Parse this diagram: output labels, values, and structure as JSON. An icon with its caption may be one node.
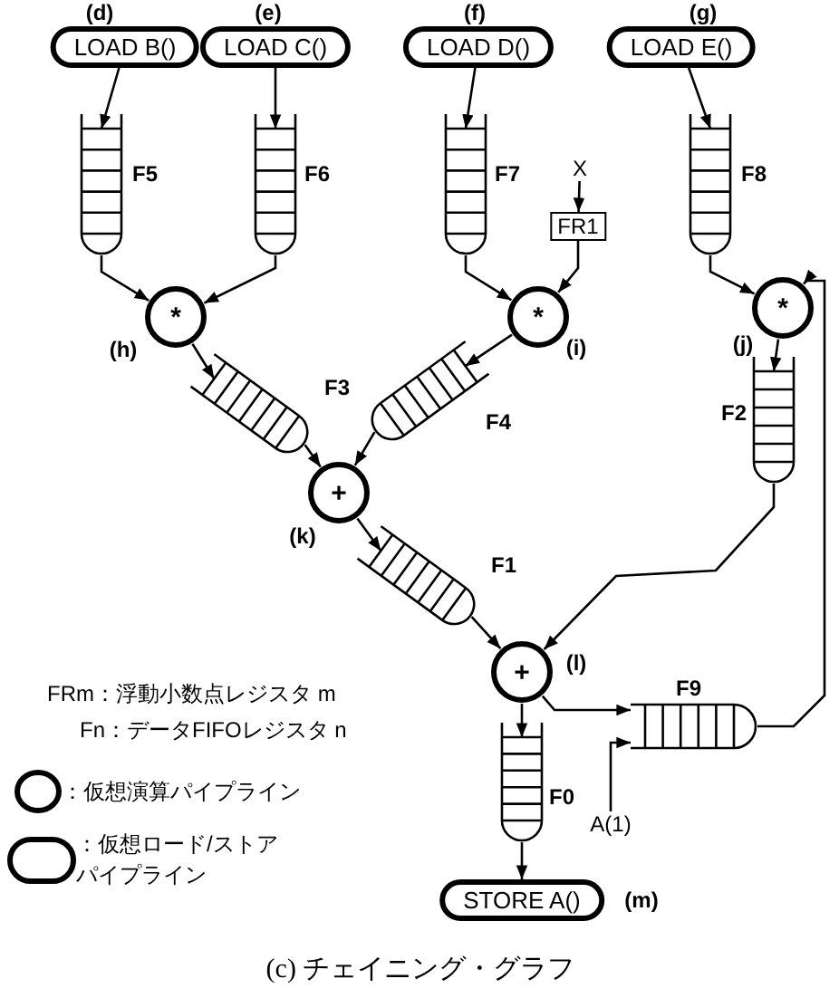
{
  "diagram": {
    "caption": "(c) チェイニング・グラフ",
    "nodes": [
      {
        "text": [
          "LOAD B()"
        ],
        "beside": [
          "(d)"
        ]
      },
      {
        "text": [
          "LOAD C()"
        ],
        "beside": [
          "(e)"
        ]
      },
      {
        "text": [
          "LOAD D()"
        ],
        "beside": [
          "(f)"
        ]
      },
      {
        "text": [
          "LOAD E()"
        ],
        "beside": [
          "(g)"
        ]
      },
      {
        "text": [],
        "shape": "queue",
        "beside": [
          "F5"
        ]
      },
      {
        "text": [],
        "shape": "queue",
        "beside": [
          "F6"
        ]
      },
      {
        "text": [],
        "shape": "queue",
        "beside": [
          "F7"
        ]
      },
      {
        "text": [
          "X"
        ]
      },
      {
        "text": [
          "FR1"
        ]
      },
      {
        "text": [],
        "shape": "queue",
        "beside": [
          "F8"
        ]
      },
      {
        "text": [
          "*"
        ],
        "beside": [
          "(h)"
        ]
      },
      {
        "text": [
          "*"
        ],
        "beside": [
          "(i)"
        ]
      },
      {
        "text": [
          "*"
        ],
        "beside": [
          "(j)"
        ]
      },
      {
        "text": [],
        "shape": "queue",
        "beside": [
          "F3"
        ]
      },
      {
        "text": [],
        "shape": "queue",
        "beside": [
          "F4"
        ]
      },
      {
        "text": [],
        "shape": "queue",
        "beside": [
          "F2"
        ]
      },
      {
        "text": [
          "+"
        ],
        "beside": [
          "(k)"
        ]
      },
      {
        "text": [],
        "shape": "queue",
        "beside": [
          "F1"
        ]
      },
      {
        "text": [
          "+"
        ],
        "beside": [
          "(l)"
        ]
      },
      {
        "text": [],
        "shape": "queue",
        "beside": [
          "F9"
        ]
      },
      {
        "text": [
          "A(1)"
        ]
      },
      {
        "text": [],
        "shape": "queue",
        "beside": [
          "F0"
        ]
      },
      {
        "text": [
          "STORE A()"
        ],
        "beside": [
          "(m)"
        ]
      }
    ],
    "edges": [
      {
        "from": 0,
        "to": 4,
        "arrow": "to"
      },
      {
        "from": 1,
        "to": 5,
        "arrow": "to"
      },
      {
        "from": 2,
        "to": 6,
        "arrow": "to"
      },
      {
        "from": 3,
        "to": 9,
        "arrow": "to"
      },
      {
        "from": 7,
        "to": 8,
        "arrow": "to"
      },
      {
        "from": 4,
        "to": 10,
        "arrow": "to"
      },
      {
        "from": 5,
        "to": 10,
        "arrow": "to"
      },
      {
        "from": 6,
        "to": 11,
        "arrow": "to"
      },
      {
        "from": 8,
        "to": 11,
        "arrow": "to"
      },
      {
        "from": 9,
        "to": 12,
        "arrow": "to"
      },
      {
        "from": 19,
        "to": 12,
        "arrow": "to"
      },
      {
        "from": 10,
        "to": 13,
        "arrow": "to"
      },
      {
        "from": 11,
        "to": 14,
        "arrow": "to"
      },
      {
        "from": 12,
        "to": 15,
        "arrow": "to"
      },
      {
        "from": 13,
        "to": 16,
        "arrow": "to"
      },
      {
        "from": 14,
        "to": 16,
        "arrow": "to"
      },
      {
        "from": 16,
        "to": 17,
        "arrow": "to"
      },
      {
        "from": 17,
        "to": 18,
        "arrow": "to"
      },
      {
        "from": 15,
        "to": 18,
        "arrow": "to"
      },
      {
        "from": 18,
        "to": 21,
        "arrow": "to"
      },
      {
        "from": 18,
        "to": 19,
        "arrow": "to"
      },
      {
        "from": 20,
        "to": 19,
        "arrow": "to"
      },
      {
        "from": 21,
        "to": 22,
        "arrow": "to"
      }
    ],
    "labels": [
      "FRm：浮動小数点レジスタ m",
      "Fn：データFIFOレジスタ n"
    ],
    "legend": [
      {
        "text": "：仮想演算パイプライン"
      },
      {
        "text": "：仮想ロード/ストアパイプライン"
      }
    ]
  }
}
